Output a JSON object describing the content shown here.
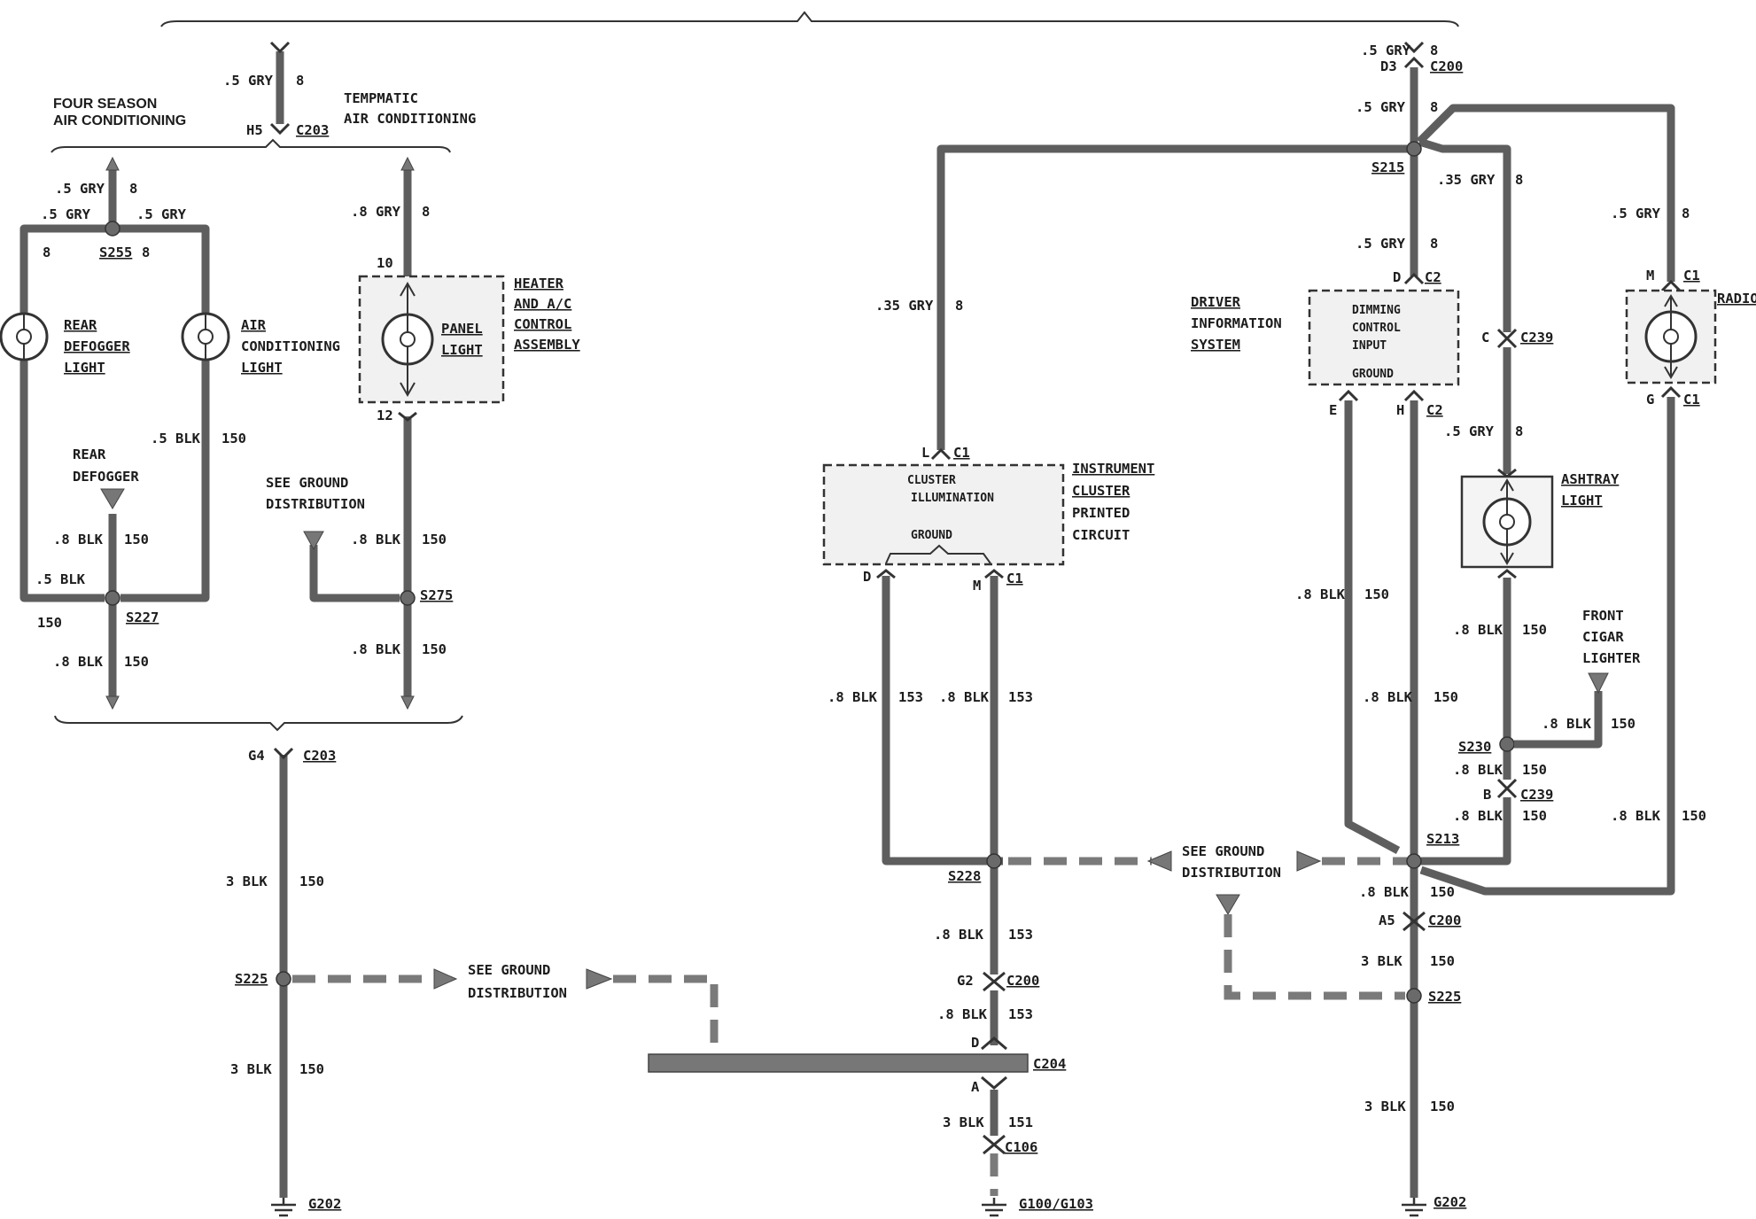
{
  "sections": {
    "four_season": [
      "FOUR SEASON",
      "AIR CONDITIONING"
    ],
    "tempmatic": [
      "TEMPMATIC",
      "AIR CONDITIONING"
    ]
  },
  "components": {
    "rear_defogger_light": [
      "REAR",
      "DEFOGGER",
      "LIGHT"
    ],
    "ac_light": [
      "AIR",
      "CONDITIONING",
      "LIGHT"
    ],
    "panel_light": [
      "PANEL",
      "LIGHT"
    ],
    "heater_ac_control": [
      "HEATER",
      "AND A/C",
      "CONTROL",
      "ASSEMBLY"
    ],
    "rear_defogger": [
      "REAR",
      "DEFOGGER"
    ],
    "instrument_cluster": [
      "INSTRUMENT",
      "CLUSTER",
      "PRINTED",
      "CIRCUIT"
    ],
    "cluster_illumination": [
      "CLUSTER",
      "ILLUMINATION"
    ],
    "cluster_ground": "GROUND",
    "driver_info": [
      "DRIVER",
      "INFORMATION",
      "SYSTEM"
    ],
    "dimming_input": [
      "DIMMING",
      "CONTROL",
      "INPUT"
    ],
    "dis_ground": "GROUND",
    "radio": "RADIO",
    "ashtray_light": [
      "ASHTRAY",
      "LIGHT"
    ],
    "front_cigar_lighter": [
      "FRONT",
      "CIGAR",
      "LIGHTER"
    ]
  },
  "see_ground": [
    "SEE GROUND",
    "DISTRIBUTION"
  ],
  "wires": {
    "w1_color": ".5 GRY",
    "w1_ckt": "8",
    "w_s255_left": ".5 GRY",
    "w_s255_right": ".5 GRY",
    "w_s255_up_color": ".5 GRY",
    "w_s255_up_ckt": "8",
    "w_panel_color": ".8 GRY",
    "w_panel_ckt": "8",
    "w_ac_ret_color": ".5 BLK",
    "w_ac_ret_ckt": "150",
    "w_defog_color": ".8 BLK",
    "w_defog_ckt": "150",
    "w_227_left_color": ".5 BLK",
    "w_227_left_ckt": "150",
    "w_227_down_color": ".8 BLK",
    "w_227_down_ckt": "150",
    "w_panel_ret_color": ".8 BLK",
    "w_panel_ret_ckt": "150",
    "w_275_down_color": ".8 BLK",
    "w_275_down_ckt": "150",
    "w_g4_color": "3 BLK",
    "w_g4_ckt": "150",
    "w_225_down_color": "3 BLK",
    "w_225_down_ckt": "150",
    "w_cl_in_color": ".35 GRY",
    "w_cl_in_ckt": "8",
    "w_cl_d_color": ".8 BLK",
    "w_cl_d_ckt": "153",
    "w_cl_m_color": ".8 BLK",
    "w_cl_m_ckt": "153",
    "w_228_down_color": ".8 BLK",
    "w_228_down_ckt": "153",
    "w_g2_color": ".8 BLK",
    "w_g2_ckt": "153",
    "w_a_color": "3 BLK",
    "w_a_ckt": "151",
    "w_d3_color": ".5 GRY",
    "w_d3_ckt": "8",
    "w_d3b_color": ".5 GRY",
    "w_d3b_ckt": "8",
    "w_ash_in_color": ".35 GRY",
    "w_ash_in_ckt": "8",
    "w_dis_in_color": ".5 GRY",
    "w_dis_in_ckt": "8",
    "w_radio_in_color": ".5 GRY",
    "w_radio_in_ckt": "8",
    "w_ash_c_color": ".5 GRY",
    "w_ash_c_ckt": "8",
    "w_ash_out_color": ".8 BLK",
    "w_ash_out_ckt": "150",
    "w_dis_e_color": ".8 BLK",
    "w_dis_e_ckt": "150",
    "w_dis_h_color": ".8 BLK",
    "w_dis_h_ckt": "150",
    "w_cig_color": ".8 BLK",
    "w_cig_ckt": "150",
    "w_230_color": ".8 BLK",
    "w_230_ckt": "150",
    "w_b_color": ".8 BLK",
    "w_b_ckt": "150",
    "w_radio_out_color": ".8 BLK",
    "w_radio_out_ckt": "150",
    "w_213_down_color": ".8 BLK",
    "w_213_down_ckt": "150",
    "w_a5_color": "3 BLK",
    "w_a5_ckt": "150",
    "w_r225_color": "3 BLK",
    "w_r225_ckt": "150"
  },
  "connectors": {
    "c203_top_pin": "H5",
    "c203_top": "C203",
    "c203_bot_pin": "G4",
    "c203_bot": "C203",
    "c1_l_pin": "L",
    "c1_l": "C1",
    "c1_d_pin": "D",
    "c1_m_pin": "M",
    "c1_m": "C1",
    "c200_g2_pin": "G2",
    "c200_g2": "C200",
    "c204_d_pin": "D",
    "c204": "C204",
    "c204_a_pin": "A",
    "c106": "C106",
    "c200_d3_pin": "D3",
    "c200_d3": "C200",
    "c2_d_pin": "D",
    "c2_d": "C2",
    "c239_c_pin": "C",
    "c239_c": "C239",
    "c2_e_pin": "E",
    "c2_h_pin": "H",
    "c2_h": "C2",
    "c1_radio_m_pin": "M",
    "c1_radio_m": "C1",
    "c1_radio_g_pin": "G",
    "c1_radio_g": "C1",
    "c239_b_pin": "B",
    "c239_b": "C239",
    "c200_a5_pin": "A5",
    "c200_a5": "C200",
    "pin_8a": "8",
    "pin_8b": "8",
    "pin_10": "10",
    "pin_12": "12"
  },
  "splices": {
    "s255": "S255",
    "s227": "S227",
    "s275": "S275",
    "s225_left": "S225",
    "s228": "S228",
    "s215": "S215",
    "s213": "S213",
    "s230": "S230",
    "s225_right": "S225"
  },
  "grounds": {
    "g202_left": "G202",
    "g100": "G100/G103",
    "g202_right": "G202"
  }
}
